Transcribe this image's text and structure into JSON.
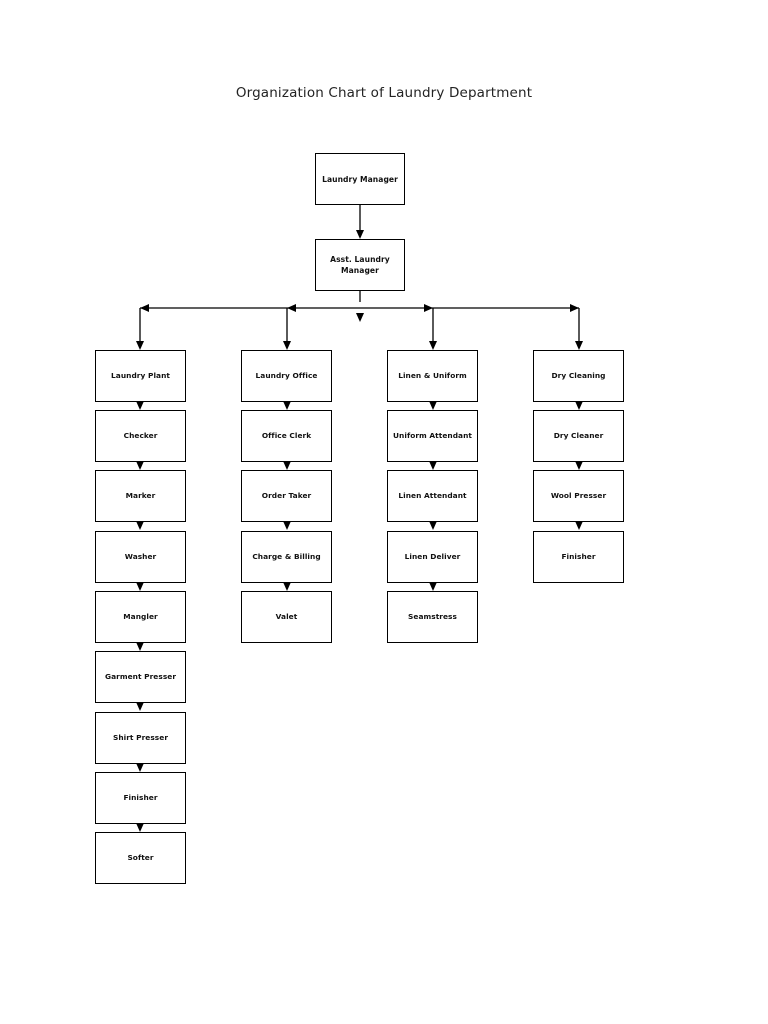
{
  "chart_data": {
    "type": "diagram",
    "diagram_kind": "organization-chart",
    "title": "Organization Chart of Laundry Department",
    "orientation": "top-down",
    "levels": 3,
    "nodes": [
      {
        "id": "laundry-manager",
        "label": "Laundry Manager",
        "level": 0
      },
      {
        "id": "asst-laundry-manager",
        "label": "Asst. Laundry\nManager",
        "level": 1
      },
      {
        "id": "laundry-plant",
        "label": "Laundry Plant",
        "level": 2,
        "column": 1
      },
      {
        "id": "checker",
        "label": "Checker",
        "level": 3,
        "column": 1
      },
      {
        "id": "marker",
        "label": "Marker",
        "level": 4,
        "column": 1
      },
      {
        "id": "washer",
        "label": "Washer",
        "level": 5,
        "column": 1
      },
      {
        "id": "mangler",
        "label": "Mangler",
        "level": 6,
        "column": 1
      },
      {
        "id": "garment-presser",
        "label": "Garment Presser",
        "level": 7,
        "column": 1
      },
      {
        "id": "shirt-presser",
        "label": "Shirt Presser",
        "level": 8,
        "column": 1
      },
      {
        "id": "finisher-plant",
        "label": "Finisher",
        "level": 9,
        "column": 1
      },
      {
        "id": "softer",
        "label": "Softer",
        "level": 10,
        "column": 1
      },
      {
        "id": "laundry-office",
        "label": "Laundry Office",
        "level": 2,
        "column": 2
      },
      {
        "id": "office-clerk",
        "label": "Office Clerk",
        "level": 3,
        "column": 2
      },
      {
        "id": "order-taker",
        "label": "Order Taker",
        "level": 4,
        "column": 2
      },
      {
        "id": "charge-billing",
        "label": "Charge & Billing",
        "level": 5,
        "column": 2
      },
      {
        "id": "valet",
        "label": "Valet",
        "level": 6,
        "column": 2
      },
      {
        "id": "linen-uniform",
        "label": "Linen & Uniform",
        "level": 2,
        "column": 3
      },
      {
        "id": "uniform-attendant",
        "label": "Uniform Attendant",
        "level": 3,
        "column": 3
      },
      {
        "id": "linen-attendant",
        "label": "Linen Attendant",
        "level": 4,
        "column": 3
      },
      {
        "id": "linen-deliver",
        "label": "Linen Deliver",
        "level": 5,
        "column": 3
      },
      {
        "id": "seamstress",
        "label": "Seamstress",
        "level": 6,
        "column": 3
      },
      {
        "id": "dry-cleaning",
        "label": "Dry Cleaning",
        "level": 2,
        "column": 4
      },
      {
        "id": "dry-cleaner",
        "label": "Dry Cleaner",
        "level": 3,
        "column": 4
      },
      {
        "id": "wool-presser",
        "label": "Wool Presser",
        "level": 4,
        "column": 4
      },
      {
        "id": "finisher-dry",
        "label": "Finisher",
        "level": 5,
        "column": 4
      }
    ],
    "branches": [
      {
        "column": 1,
        "head": "Laundry Plant",
        "chain": [
          "Laundry Plant",
          "Checker",
          "Marker",
          "Washer",
          "Mangler",
          "Garment Presser",
          "Shirt Presser",
          "Finisher",
          "Softer"
        ]
      },
      {
        "column": 2,
        "head": "Laundry Office",
        "chain": [
          "Laundry Office",
          "Office Clerk",
          "Order Taker",
          "Charge & Billing",
          "Valet"
        ]
      },
      {
        "column": 3,
        "head": "Linen & Uniform",
        "chain": [
          "Linen & Uniform",
          "Uniform Attendant",
          "Linen Attendant",
          "Linen Deliver",
          "Seamstress"
        ]
      },
      {
        "column": 4,
        "head": "Dry Cleaning",
        "chain": [
          "Dry Cleaning",
          "Dry Cleaner",
          "Wool Presser",
          "Finisher"
        ]
      }
    ],
    "colors": {
      "background": "#ffffff",
      "box_fill": "#ffffff",
      "box_border": "#000000",
      "connector": "#000000",
      "text": "#111111"
    }
  },
  "nodes": {
    "laundry_manager": "Laundry Manager",
    "asst_laundry_manager": "Asst. Laundry\nManager",
    "laundry_plant": "Laundry Plant",
    "checker": "Checker",
    "marker": "Marker",
    "washer": "Washer",
    "mangler": "Mangler",
    "garment_presser": "Garment Presser",
    "shirt_presser": "Shirt Presser",
    "finisher_plant": "Finisher",
    "softer": "Softer",
    "laundry_office": "Laundry Office",
    "office_clerk": "Office Clerk",
    "order_taker": "Order Taker",
    "charge_billing": "Charge & Billing",
    "valet": "Valet",
    "linen_uniform": "Linen & Uniform",
    "uniform_attendant": "Uniform Attendant",
    "linen_attendant": "Linen Attendant",
    "linen_deliver": "Linen Deliver",
    "seamstress": "Seamstress",
    "dry_cleaning": "Dry Cleaning",
    "dry_cleaner": "Dry Cleaner",
    "wool_presser": "Wool Presser",
    "finisher_dry": "Finisher"
  },
  "title": "Organization Chart of Laundry Department"
}
